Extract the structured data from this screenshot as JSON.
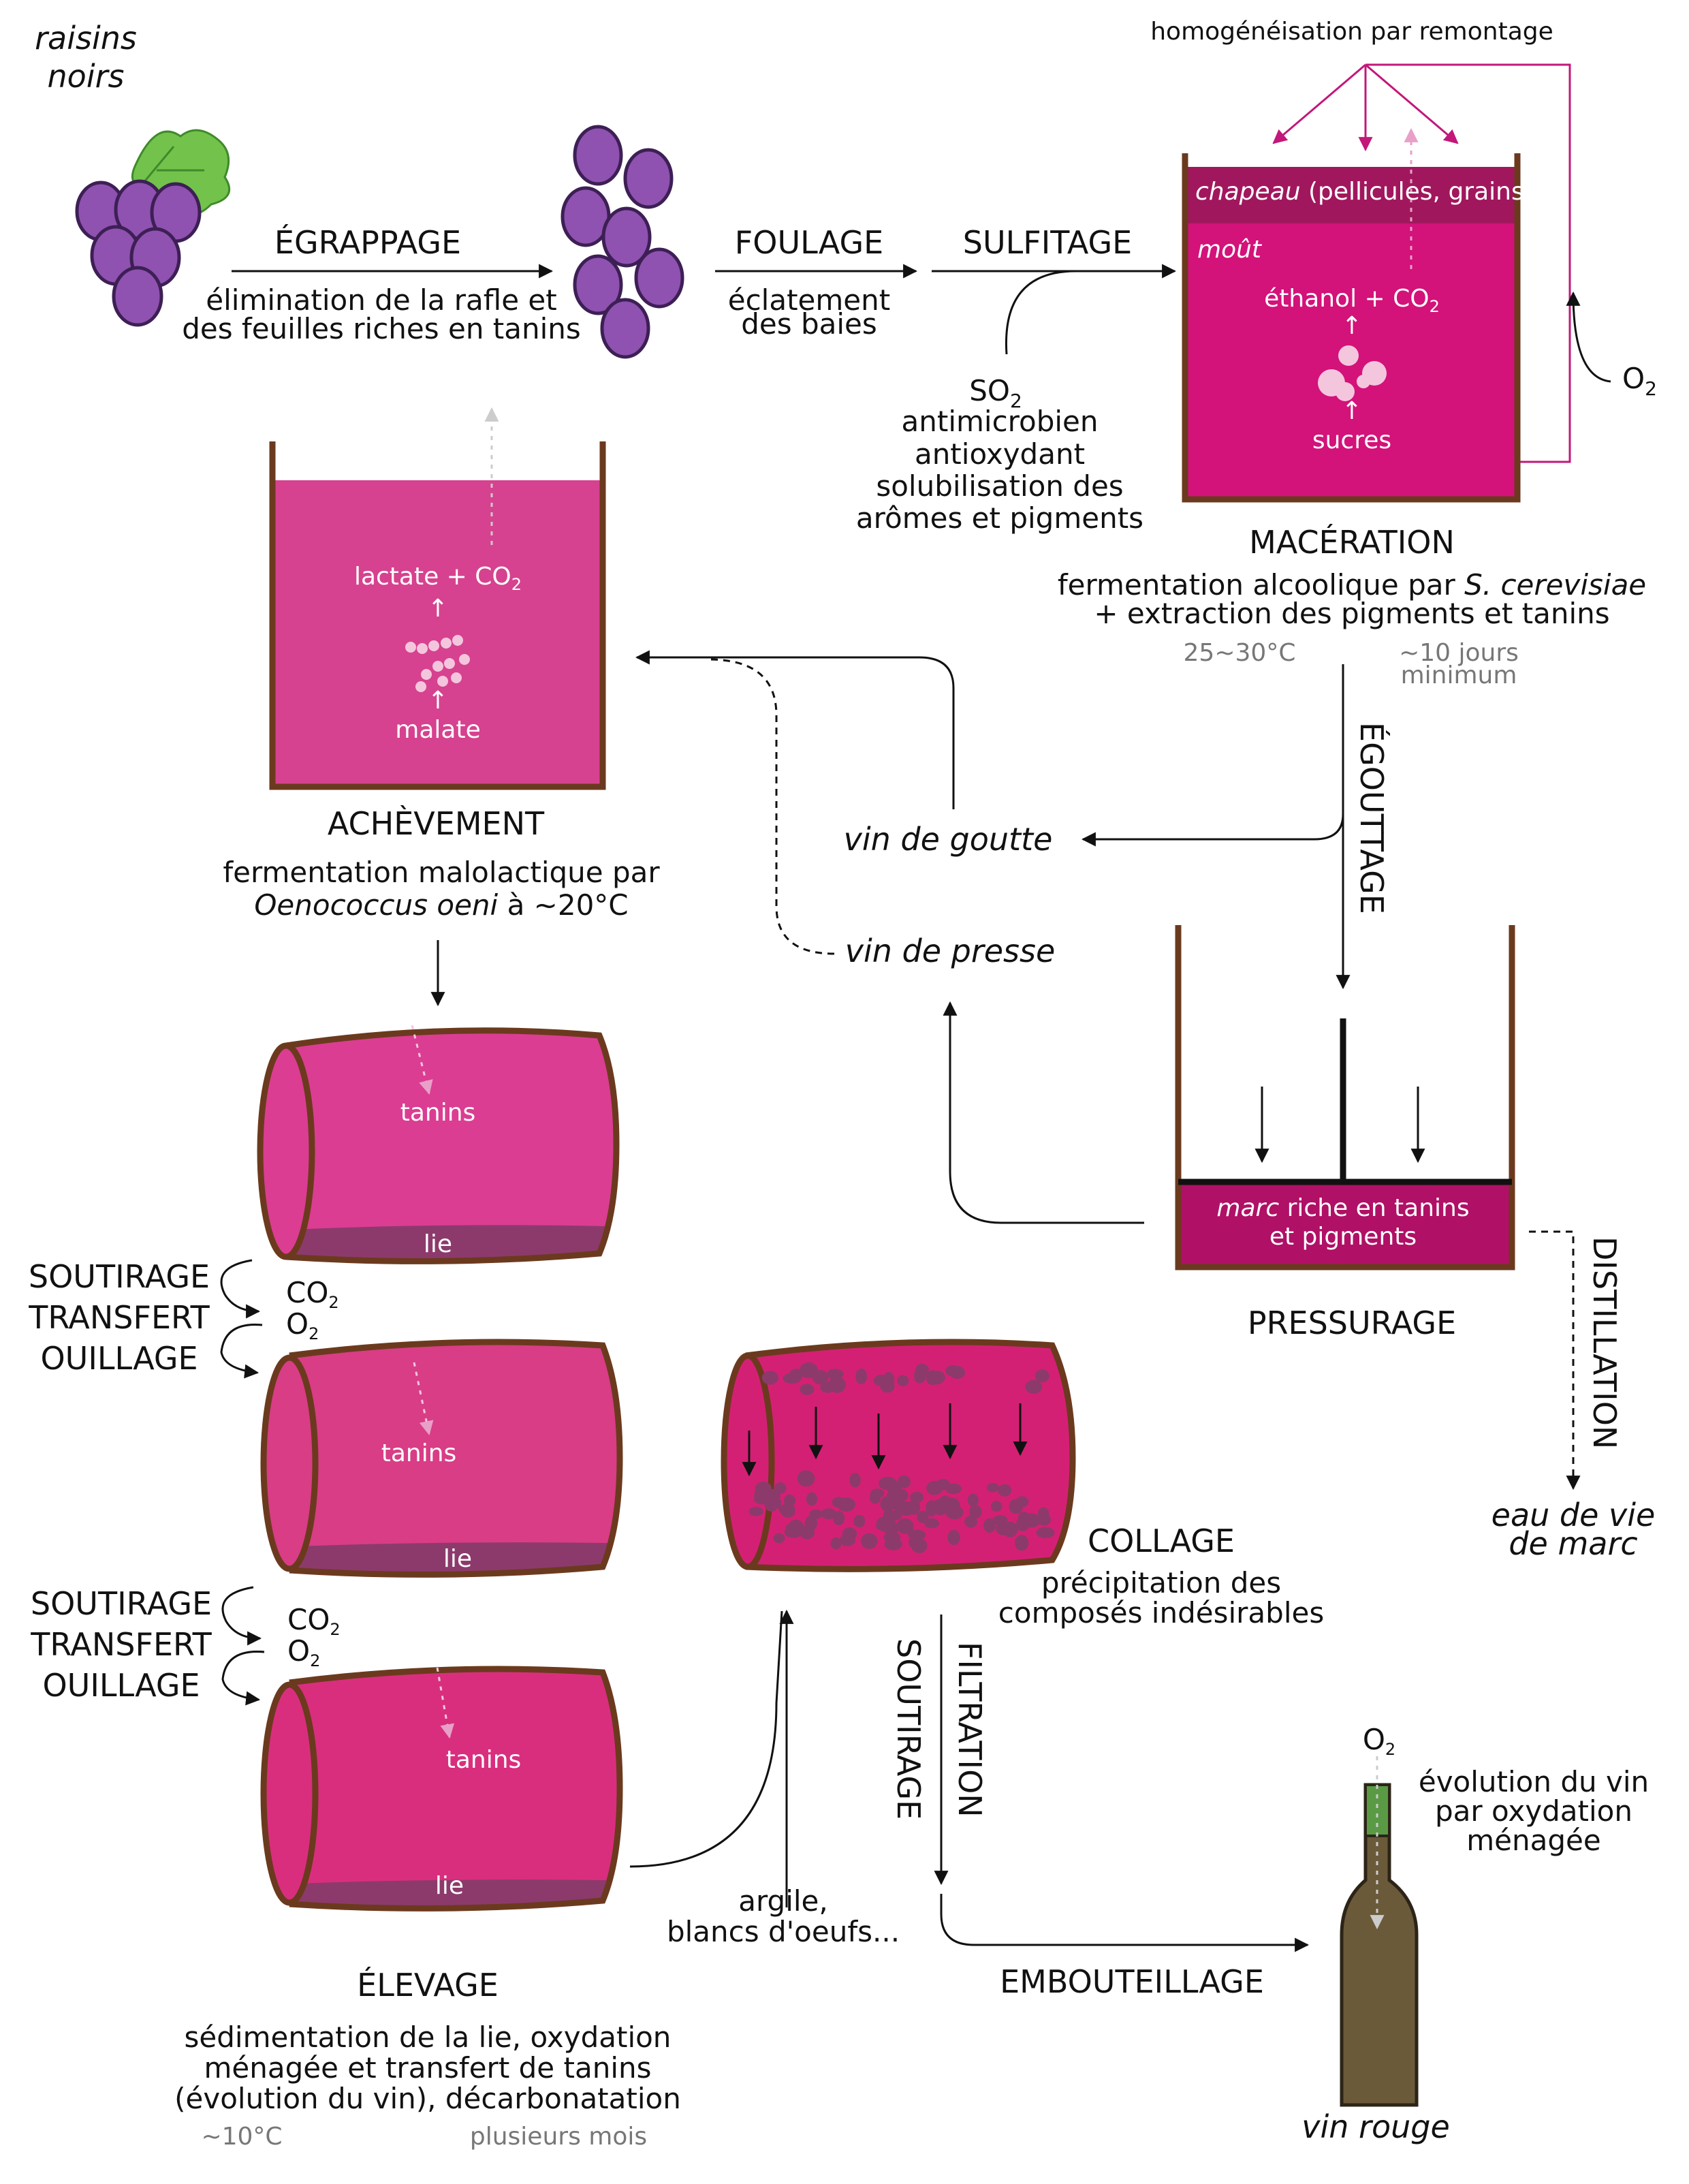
{
  "colors": {
    "magenta": "#d3127a",
    "cap": "#a1175e",
    "wood": "#6b3a1e",
    "grape": "#8f52b0",
    "leaf": "#72c24c",
    "barrel1": "#db3d92",
    "barrel2": "#d83d86",
    "barrel3": "#d92e7e",
    "lees": "#8c3a6c",
    "bottle": "#6b5a3a",
    "bottle_neck": "#5a9a45"
  },
  "labels": {
    "raisins_noirs_1": "raisins",
    "raisins_noirs_2": "noirs",
    "egrappage": "ÉGRAPPAGE",
    "egrappage_desc_1": "élimination de la rafle et",
    "egrappage_desc_2": "des feuilles riches en tanins",
    "foulage": "FOULAGE",
    "foulage_desc_1": "éclatement",
    "foulage_desc_2": "des baies",
    "sulfitage": "SULFITAGE",
    "so2": "SO",
    "so2_sub": "2",
    "so2_desc_1": "antimicrobien",
    "so2_desc_2": "antioxydant",
    "so2_desc_3": "solubilisation des",
    "so2_desc_4": "arômes et pigments",
    "homogeneisation": "homogénéisation par remontage",
    "chapeau": "chapeau",
    "chapeau_rest": " (pellicules, grains)",
    "mout": "moût",
    "ethanol": "éthanol + CO",
    "ethanol_sub": "2",
    "sucres": "sucres",
    "o2_top": "O",
    "o2_sub": "2",
    "maceration": "MACÉRATION",
    "maceration_desc_1": "fermentation alcoolique par ",
    "maceration_desc_1_it": "S. cerevisiae",
    "maceration_desc_2": "+ extraction des pigments et tanins",
    "maceration_temp": "25~30°C",
    "maceration_dur_1": "~10 jours",
    "maceration_dur_2": "minimum",
    "egouttage": "ÉGOUTTAGE",
    "lactate": "lactate + CO",
    "lactate_sub": "2",
    "malate": "malate",
    "achevement": "ACHÈVEMENT",
    "achevement_desc_1": "fermentation malolactique par",
    "achevement_desc_2_it": "Oenococcus oeni",
    "achevement_desc_2": " à ~20°C",
    "vin_goutte": "vin de goutte",
    "vin_presse": "vin de presse",
    "marc": "marc",
    "marc_rest": " riche en tanins",
    "marc_2": "et pigments",
    "pressurage": "PRESSURAGE",
    "distillation": "DISTILLATION",
    "eau_de_vie_1": "eau de vie",
    "eau_de_vie_2": "de marc",
    "tanins": "tanins",
    "lie": "lie",
    "soutirage": "SOUTIRAGE",
    "transfert": "TRANSFERT",
    "ouillage": "OUILLAGE",
    "co2": "CO",
    "co2_sub": "2",
    "o2": "O",
    "o2b_sub": "2",
    "collage": "COLLAGE",
    "collage_desc_1": "précipitation des",
    "collage_desc_2": "composés indésirables",
    "filtration": "FILTRATION",
    "soutirage_v": "SOUTIRAGE",
    "argile_1": "argile,",
    "argile_2": "blancs d'oeufs...",
    "elevage": "ÉLEVAGE",
    "elevage_desc_1": "sédimentation de la lie, oxydation",
    "elevage_desc_2": "ménagée et transfert de tanins",
    "elevage_desc_3": "(évolution du vin), décarbonatation",
    "elevage_temp": "~10°C",
    "elevage_dur": "plusieurs mois",
    "embouteillage": "EMBOUTEILLAGE",
    "bottle_o2": "O",
    "bottle_o2_sub": "2",
    "evolution_1": "évolution du vin",
    "evolution_2": "par oxydation",
    "evolution_3": "ménagée",
    "vin_rouge": "vin rouge"
  }
}
